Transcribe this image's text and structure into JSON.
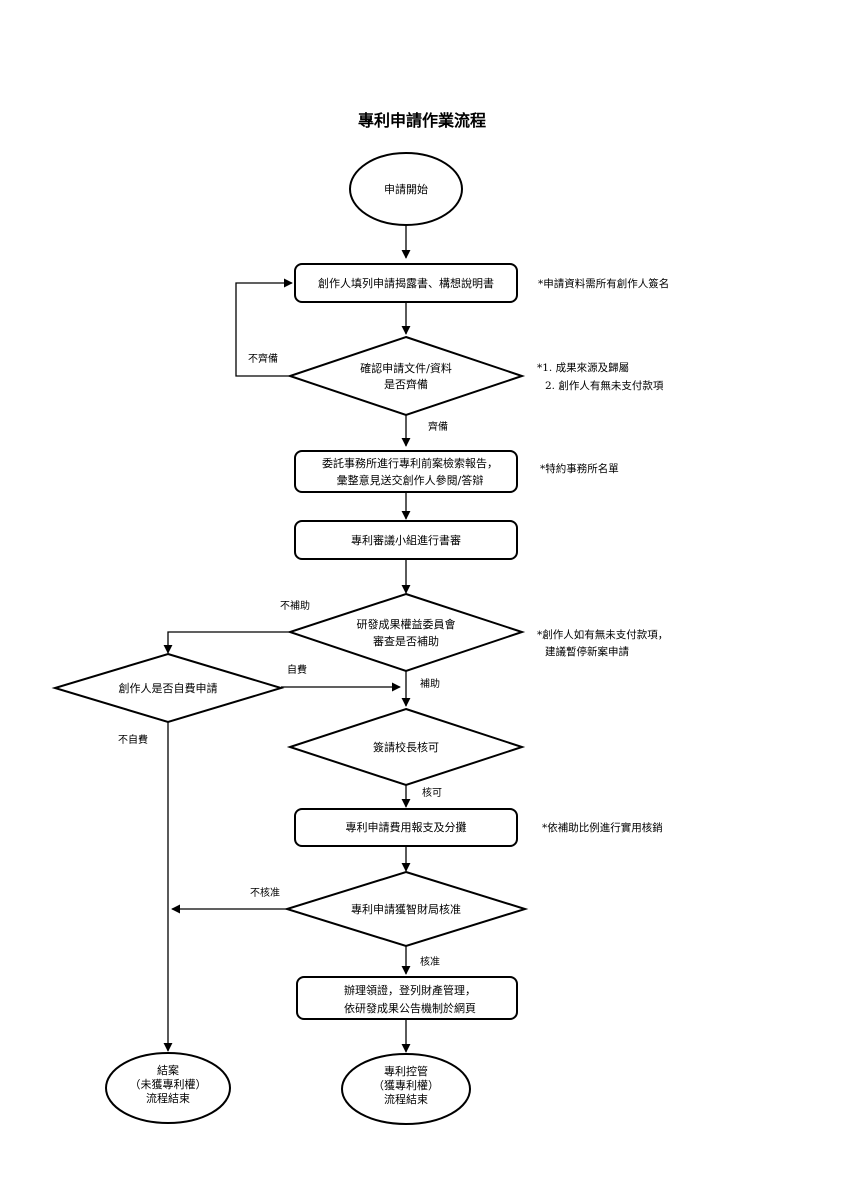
{
  "title": "專利申請作業流程",
  "nodes": {
    "start": [
      "申請開始"
    ],
    "fill_form": [
      "創作人填列申請揭露書、構想說明書"
    ],
    "confirm_docs": [
      "確認申請文件/資料",
      "是否齊備"
    ],
    "search_report": [
      "委託事務所進行專利前案檢索報告，",
      "彙整意見送交創作人參閱/答辯"
    ],
    "review_group": [
      "專利審議小組進行書審"
    ],
    "committee": [
      "研發成果權益委員會",
      "審查是否補助"
    ],
    "self_pay": [
      "創作人是否自費申請"
    ],
    "president": [
      "簽請校長核可"
    ],
    "expense": [
      "專利申請費用報支及分攤"
    ],
    "ipo": [
      "專利申請獲智財局核准"
    ],
    "certificate": [
      "辦理領證，登列財產管理，",
      "依研發成果公告機制於網頁"
    ],
    "end_fail": [
      "結案",
      "（未獲專利權）",
      "流程結束"
    ],
    "end_success": [
      "專利控管",
      "（獲專利權）",
      "流程結束"
    ]
  },
  "edge_labels": {
    "not_complete": "不齊備",
    "complete": "齊備",
    "no_subsidy": "不補助",
    "self_funded": "自費",
    "subsidy": "補助",
    "not_self_funded": "不自費",
    "approved": "核可",
    "rejected": "不核准",
    "granted": "核准"
  },
  "notes": {
    "signature": [
      "*申請資料需所有創作人簽名"
    ],
    "doc_items": [
      "*1. 成果來源及歸屬",
      "2. 創作人有無未支付款項"
    ],
    "firms": [
      "*特約事務所名單"
    ],
    "unpaid": [
      "*創作人如有無未支付款項，",
      "建議暫停新案申請"
    ],
    "ratio": [
      "*依補助比例進行實用核銷"
    ]
  }
}
